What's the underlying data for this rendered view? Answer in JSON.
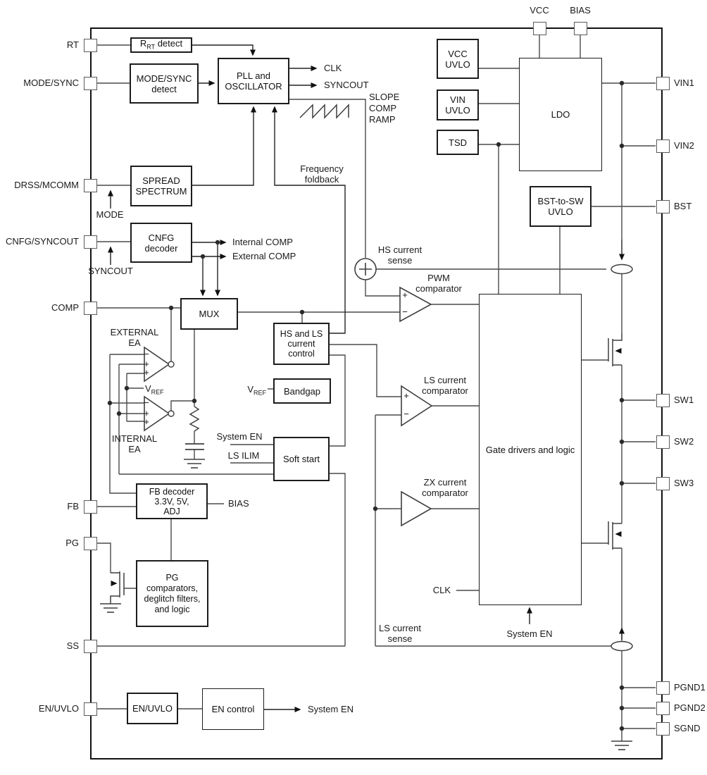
{
  "pins": {
    "top": [
      {
        "label": "VCC"
      },
      {
        "label": "BIAS"
      }
    ],
    "left": [
      {
        "label": "RT"
      },
      {
        "label": "MODE/SYNC"
      },
      {
        "label": "DRSS/MCOMM"
      },
      {
        "label": "CNFG/SYNCOUT"
      },
      {
        "label": "COMP"
      },
      {
        "label": "FB"
      },
      {
        "label": "PG"
      },
      {
        "label": "SS"
      },
      {
        "label": "EN/UVLO"
      }
    ],
    "right": [
      {
        "label": "VIN1"
      },
      {
        "label": "VIN2"
      },
      {
        "label": "BST"
      },
      {
        "label": "SW1"
      },
      {
        "label": "SW2"
      },
      {
        "label": "SW3"
      },
      {
        "label": "PGND1"
      },
      {
        "label": "PGND2"
      },
      {
        "label": "SGND"
      }
    ]
  },
  "blocks": {
    "rrt_detect": {
      "pre": "R",
      "sub": "RT",
      "post": " detect"
    },
    "mode_sync_detect": "MODE/SYNC detect",
    "pll_oscillator": "PLL and OSCILLATOR",
    "spread_spectrum": "SPREAD SPECTRUM",
    "cnfg_decoder": "CNFG decoder",
    "mux": "MUX",
    "hs_ls_current_control": "HS and LS current control",
    "bandgap": "Bandgap",
    "soft_start": "Soft start",
    "fb_decoder": "FB decoder 3.3V, 5V, ADJ",
    "pg_block": "PG comparators, deglitch filters, and logic",
    "en_uvlo": "EN/UVLO",
    "en_control": "EN control",
    "vcc_uvlo": "VCC UVLO",
    "vin_uvlo": "VIN UVLO",
    "tsd": "TSD",
    "ldo": "LDO",
    "bst_to_sw_uvlo": "BST-to-SW UVLO",
    "gate_drivers": "Gate drivers and logic"
  },
  "signals": {
    "clk_out": "CLK",
    "syncout_out": "SYNCOUT",
    "slope_comp_ramp": "SLOPE COMP RAMP",
    "mode": "MODE",
    "syncout_in": "SYNCOUT",
    "frequency_foldback": "Frequency foldback",
    "internal_comp": "Internal COMP",
    "external_comp": "External COMP",
    "external_ea": "EXTERNAL EA",
    "internal_ea": "INTERNAL EA",
    "vref_ea": {
      "pre": "V",
      "sub": "REF"
    },
    "vref_bandgap": {
      "pre": "V",
      "sub": "REF"
    },
    "hs_current_sense": "HS current sense",
    "pwm_comparator": "PWM comparator",
    "ls_current_comparator": "LS current comparator",
    "zx_current_comparator": "ZX current comparator",
    "system_en_soft_start": "System EN",
    "ls_ilim": "LS ILIM",
    "bias_out": "BIAS",
    "clk_in": "CLK",
    "system_en_gate": "System EN",
    "ls_current_sense": "LS current sense",
    "system_en_out": "System EN",
    "plus": "+",
    "minus": "−"
  },
  "colors": {
    "line": "#4a4a4a",
    "box_border": "#1c1c1c",
    "background": "#ffffff"
  }
}
